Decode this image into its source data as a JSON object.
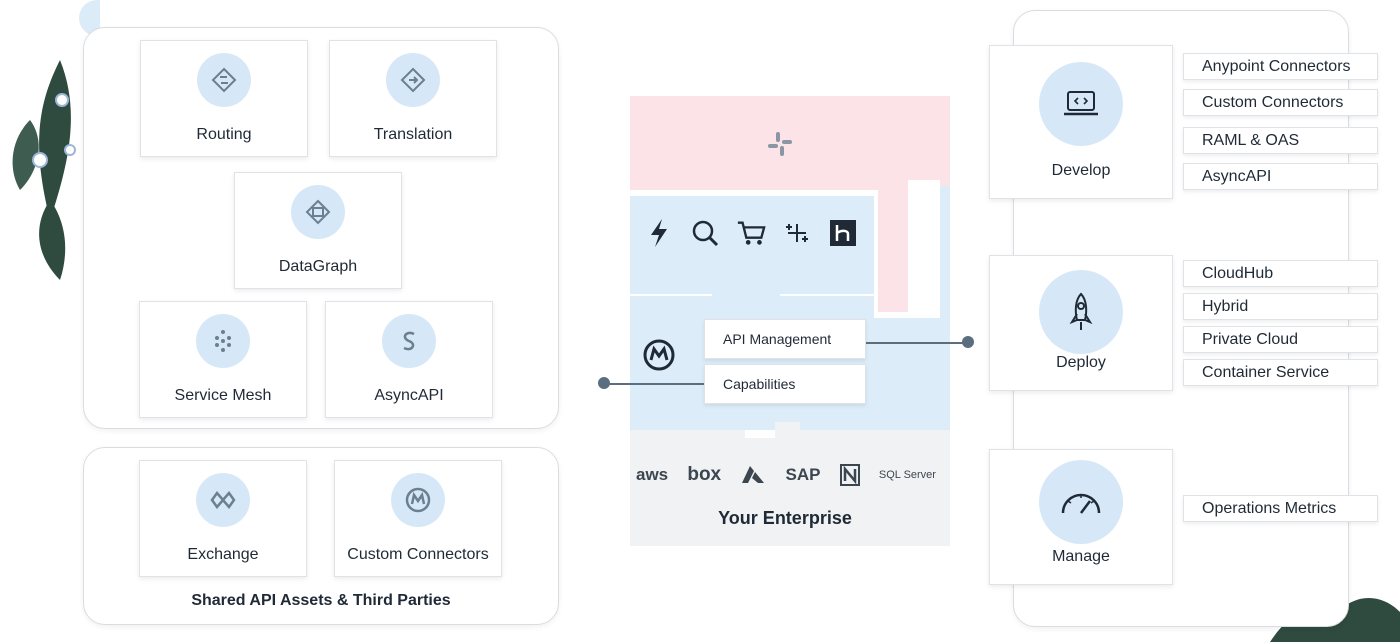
{
  "integration": {
    "items": [
      {
        "label": "Routing"
      },
      {
        "label": "Translation"
      },
      {
        "label": "DataGraph"
      },
      {
        "label": "Service Mesh"
      },
      {
        "label": "AsyncAPI"
      }
    ]
  },
  "shared": {
    "title": "Shared API Assets & Third Parties",
    "items": [
      {
        "label": "Exchange"
      },
      {
        "label": "Custom Connectors"
      }
    ]
  },
  "enterprise": {
    "title": "Your Enterprise",
    "api_management": "API Management",
    "capabilities": "Capabilities",
    "logos": [
      "aws",
      "box",
      "SAP",
      "SQL Server"
    ],
    "top_icons": [
      "lightning-icon",
      "search-icon",
      "cart-icon",
      "tableau-icon",
      "heroku-icon"
    ]
  },
  "lifecycle": {
    "develop": {
      "label": "Develop",
      "items": [
        "Anypoint Connectors",
        "Custom Connectors",
        "RAML & OAS",
        "AsyncAPI"
      ]
    },
    "deploy": {
      "label": "Deploy",
      "items": [
        "CloudHub",
        "Hybrid",
        "Private Cloud",
        "Container Service"
      ]
    },
    "manage": {
      "label": "Manage",
      "items": [
        "Operations Metrics"
      ]
    }
  },
  "colors": {
    "accent_light": "#d6e8f7",
    "pink": "#fbe3e8",
    "blue_area": "#dcecf8",
    "gray_area": "#f1f2f4"
  }
}
